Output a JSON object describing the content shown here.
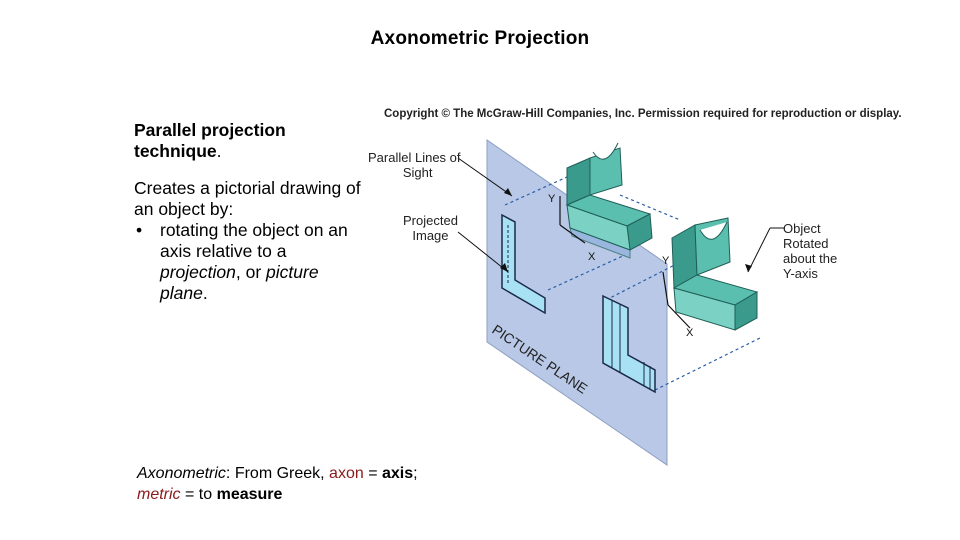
{
  "title": "Axonometric Projection",
  "left": {
    "heading_bold": "Parallel projection technique",
    "heading_end": ".",
    "intro": "Creates a pictorial drawing of an object by:",
    "bullet": {
      "part1": "rotating the object on an axis relative to a ",
      "em1": "projection",
      "part2": ", or ",
      "em2": "picture plane",
      "part3": "."
    }
  },
  "footer": {
    "term": "Axonometric",
    "colon": ": From Greek, ",
    "axon": "axon",
    "eq1": " = ",
    "axis": "axis",
    "semi": ";",
    "metric": "metric",
    "eq2": " = to ",
    "measure": "measure"
  },
  "figure": {
    "copyright": "Copyright © The McGraw-Hill Companies, Inc. Permission required for reproduction or display.",
    "label_parallel_1": "Parallel Lines of",
    "label_parallel_2": "Sight",
    "label_projected_1": "Projected",
    "label_projected_2": "Image",
    "label_object_1": "Object",
    "label_object_2": "Rotated",
    "label_object_3": "about the",
    "label_object_4": "Y-axis",
    "plane_text": "PICTURE PLANE",
    "axis_y1": "Y",
    "axis_x1": "X",
    "axis_y2": "Y",
    "axis_x2": "X"
  },
  "colors": {
    "plane": "#b8c8e6",
    "object": "#5bbfb0",
    "object_dark": "#3a9a8c",
    "projected": "#a8e0f4",
    "dark_red": "#8b1a1a"
  }
}
